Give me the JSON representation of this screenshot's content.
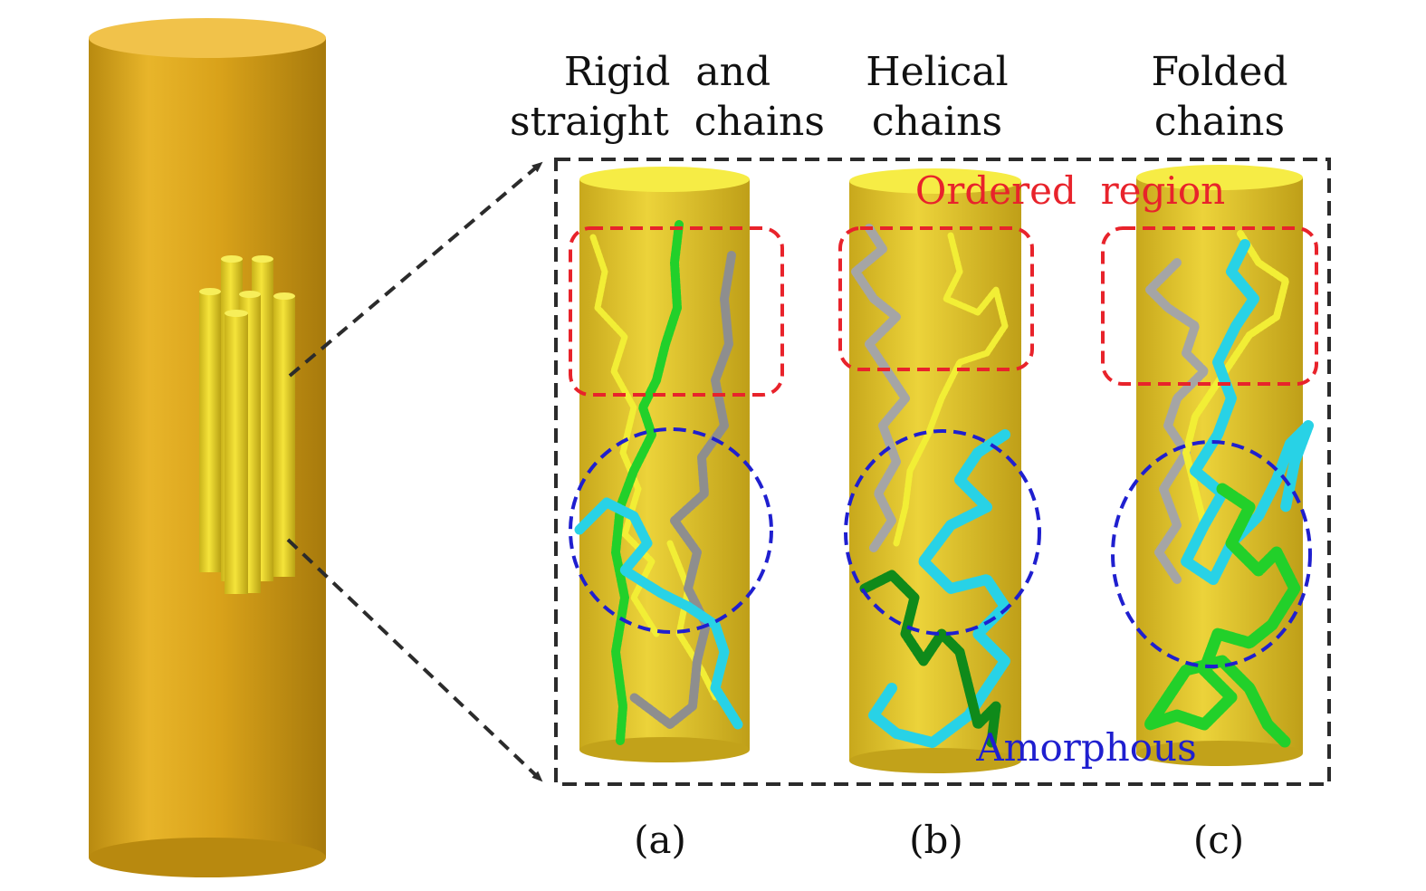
{
  "columns": [
    {
      "id": "a",
      "title_line1": "Rigid  and",
      "title_line2": "straight  chains",
      "caption": "(a)"
    },
    {
      "id": "b",
      "title_line1": "Helical",
      "title_line2": "chains",
      "caption": "(b)"
    },
    {
      "id": "c",
      "title_line1": "Folded",
      "title_line2": "chains",
      "caption": "(c)"
    }
  ],
  "labels": {
    "ordered": "Ordered  region",
    "amorphous": "Amorphous"
  },
  "colors": {
    "fiber": "#d9a21a",
    "cylinder": "#e9d029",
    "ordered_outline": "#e8232b",
    "amorphous_outline": "#1f1fcf",
    "frame": "#2b2b2b",
    "chain_yellow": "#f2ee35",
    "chain_green": "#22d02a",
    "chain_dark_green": "#0f8a1a",
    "chain_gray": "#8e8e8e",
    "chain_cyan": "#28d2e6"
  }
}
